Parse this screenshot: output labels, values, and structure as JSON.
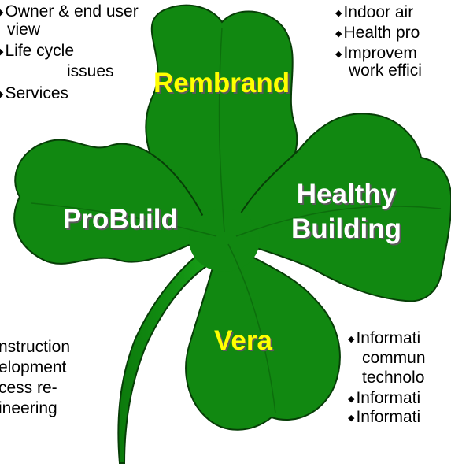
{
  "colors": {
    "leaf_fill": "#118811",
    "leaf_stroke": "#073e07",
    "label_yellow": "#ffff00",
    "label_white": "#ffffff"
  },
  "leaves": {
    "top": "Rembrand",
    "left": "ProBuild",
    "right_line1": "Healthy",
    "right_line2": "Building",
    "bottom": "Vera"
  },
  "top_left_list": {
    "bullet": "◆",
    "items": [
      "Owner & end user",
      "view",
      "Life cycle",
      "issues",
      "Services"
    ]
  },
  "top_right_list": {
    "items": [
      "Indoor air",
      "Health pro",
      "Improvem",
      "work effici"
    ]
  },
  "bottom_left_list": {
    "items": [
      "nstruction",
      "elopment",
      "cess re-",
      "ineering"
    ]
  },
  "bottom_right_list": {
    "items": [
      "Informati",
      "commun",
      "technolo",
      "Informati",
      "Informati"
    ]
  }
}
